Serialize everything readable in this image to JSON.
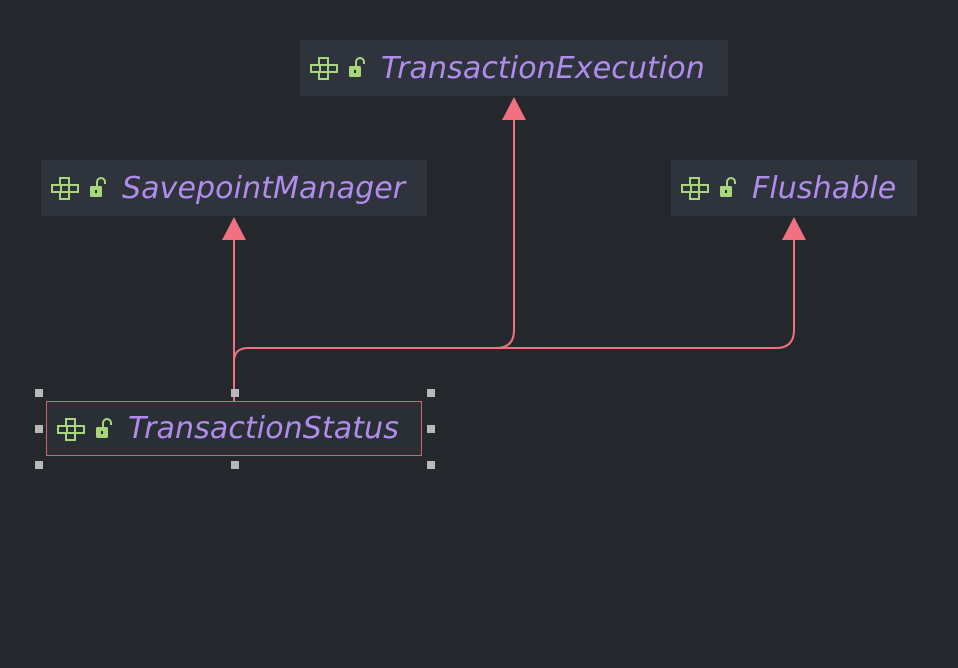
{
  "diagram": {
    "nodes": [
      {
        "id": "transaction-execution",
        "label": "TransactionExecution",
        "kind": "interface",
        "visibility": "public"
      },
      {
        "id": "savepoint-manager",
        "label": "SavepointManager",
        "kind": "interface",
        "visibility": "public"
      },
      {
        "id": "flushable",
        "label": "Flushable",
        "kind": "interface",
        "visibility": "public"
      },
      {
        "id": "transaction-status",
        "label": "TransactionStatus",
        "kind": "interface",
        "visibility": "public",
        "selected": true
      }
    ],
    "edges": [
      {
        "from": "transaction-status",
        "to": "savepoint-manager",
        "type": "extends"
      },
      {
        "from": "transaction-status",
        "to": "transaction-execution",
        "type": "extends"
      },
      {
        "from": "transaction-status",
        "to": "flushable",
        "type": "extends"
      }
    ],
    "icons": {
      "type": "interface-icon",
      "access": "public-lock-icon"
    },
    "colors": {
      "background": "#24282d",
      "node": "#2f343c",
      "label": "#b08ced",
      "icon": "#a8d67a",
      "edge": "#f07080",
      "selection": "#c86a6f"
    }
  }
}
